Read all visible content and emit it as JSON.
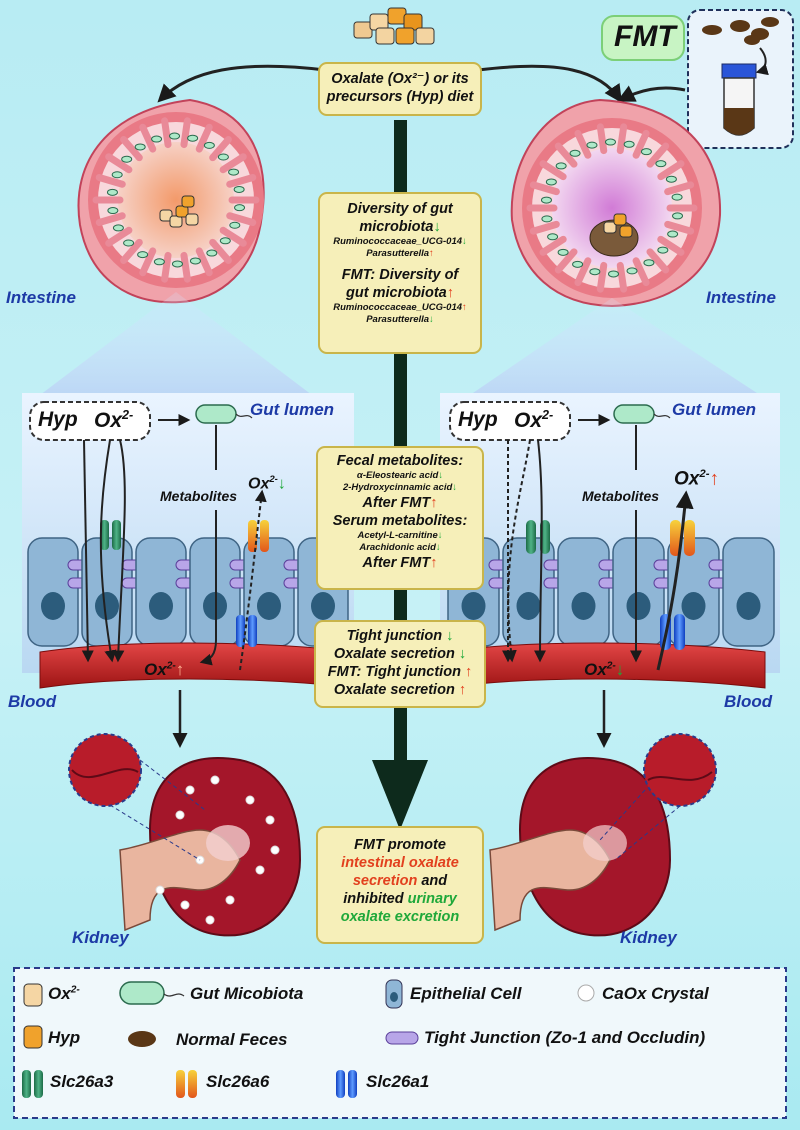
{
  "diet_box": {
    "line1": "Oxalate (Ox²⁻) or its",
    "line2": "precursors (Hyp) diet"
  },
  "fmt_label": "FMT",
  "labels": {
    "intestine_left": "Intestine",
    "intestine_right": "Intestine",
    "gut_lumen_left": "Gut lumen",
    "gut_lumen_right": "Gut lumen",
    "blood_left": "Blood",
    "blood_right": "Blood",
    "kidney_left": "Kidney",
    "kidney_right": "Kidney",
    "metabolites_left": "Metabolites",
    "metabolites_right": "Metabolites",
    "hyp": "Hyp",
    "ox": "Ox",
    "ox_charge": "2-"
  },
  "arrows": {
    "up": "↑",
    "down": "↓"
  },
  "diversity_box": {
    "line1": "Diversity of gut",
    "line2": "microbiota",
    "line3": "Ruminococcaceae_UCG-014",
    "line4": "Parasutterella",
    "line5": "FMT:  Diversity of",
    "line6": "gut microbiota",
    "line7": "Ruminococcaceae_UCG-014",
    "line8": "Parasutterella"
  },
  "metabolites_box": {
    "line1": "Fecal metabolites:",
    "line2": "α-Eleostearic acid",
    "line3": "2-Hydroxycinnamic acid",
    "line4": "After FMT",
    "line5": "Serum metabolites:",
    "line6": "Acetyl-L-carnitine",
    "line7": "Arachidonic acid",
    "line8": "After FMT"
  },
  "junction_box": {
    "line1": "Tight junction",
    "line2": "Oxalate secretion",
    "line3": "FMT: Tight junction",
    "line4": "Oxalate secretion"
  },
  "conclusion_box": {
    "line1": "FMT promote",
    "line2": "intestinal oxalate",
    "line3": "secretion",
    "line3b": "and",
    "line4": "inhibited",
    "line4b": "urinary",
    "line5": "oxalate excretion"
  },
  "legend": {
    "ox": "Ox",
    "ox_charge": "2-",
    "hyp": "Hyp",
    "gut_microbiota": "Gut Micobiota",
    "normal_feces": "Normal Feces",
    "epithelial_cell": "Epithelial Cell",
    "tight_junction": "Tight Junction (Zo-1 and Occludin)",
    "caox_crystal": "CaOx Crystal",
    "slc26a3": "Slc26a3",
    "slc26a6": "Slc26a6",
    "slc26a1": "Slc26a1"
  },
  "colors": {
    "box_fill": "#f6efb9",
    "box_border": "#c9b54a",
    "label_blue": "#1d3aa6",
    "up_red": "#e2401e",
    "down_green": "#1fa83a",
    "blood_red": "#c41c1c",
    "kidney_red": "#a4162a"
  }
}
